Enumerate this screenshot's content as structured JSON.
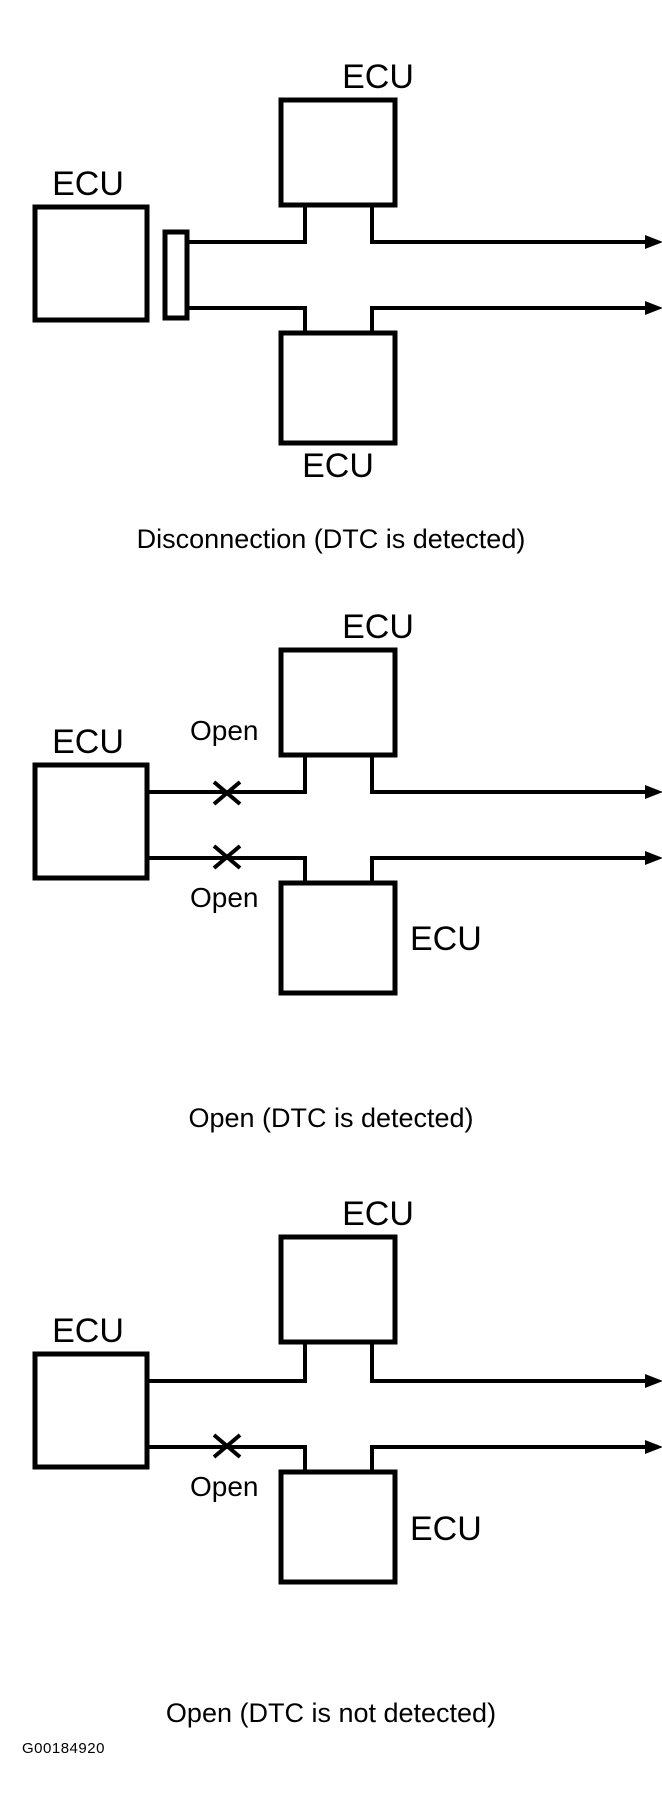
{
  "figure": {
    "id_label": "G00184920",
    "kind": "ecu-bus-fault-diagram",
    "node_label": "ECU",
    "fault_label": "Open",
    "line_color": "#000000",
    "background_color": "#ffffff"
  },
  "panels": [
    {
      "key": "disconnection",
      "caption": "Disconnection (DTC is detected)",
      "nodes": [
        {
          "name": "left-ecu",
          "label": "ECU",
          "label_position": "above"
        },
        {
          "name": "top-ecu",
          "label": "ECU",
          "label_position": "above"
        },
        {
          "name": "bottom-ecu",
          "label": "ECU",
          "label_position": "below"
        }
      ],
      "connector": {
        "present": true,
        "name": "disconnected-connector"
      },
      "bus_lines": 2,
      "arrows": 2,
      "fault_markers": []
    },
    {
      "key": "open-detected",
      "caption": "Open (DTC is detected)",
      "nodes": [
        {
          "name": "left-ecu",
          "label": "ECU",
          "label_position": "above"
        },
        {
          "name": "top-ecu",
          "label": "ECU",
          "label_position": "above"
        },
        {
          "name": "bottom-ecu",
          "label": "ECU",
          "label_position": "right"
        }
      ],
      "connector": {
        "present": false,
        "name": "disconnected-connector"
      },
      "bus_lines": 2,
      "arrows": 2,
      "fault_markers": [
        {
          "name": "open-marker-upper-line",
          "label": "Open",
          "label_position": "above",
          "line": "upper"
        },
        {
          "name": "open-marker-lower-line",
          "label": "Open",
          "label_position": "below",
          "line": "lower"
        }
      ]
    },
    {
      "key": "open-not-detected",
      "caption": "Open (DTC is not detected)",
      "nodes": [
        {
          "name": "left-ecu",
          "label": "ECU",
          "label_position": "above"
        },
        {
          "name": "top-ecu",
          "label": "ECU",
          "label_position": "above"
        },
        {
          "name": "bottom-ecu",
          "label": "ECU",
          "label_position": "right"
        }
      ],
      "connector": {
        "present": false,
        "name": "disconnected-connector"
      },
      "bus_lines": 2,
      "arrows": 2,
      "fault_markers": [
        {
          "name": "open-marker-lower-line",
          "label": "Open",
          "label_position": "below",
          "line": "lower"
        }
      ]
    }
  ]
}
